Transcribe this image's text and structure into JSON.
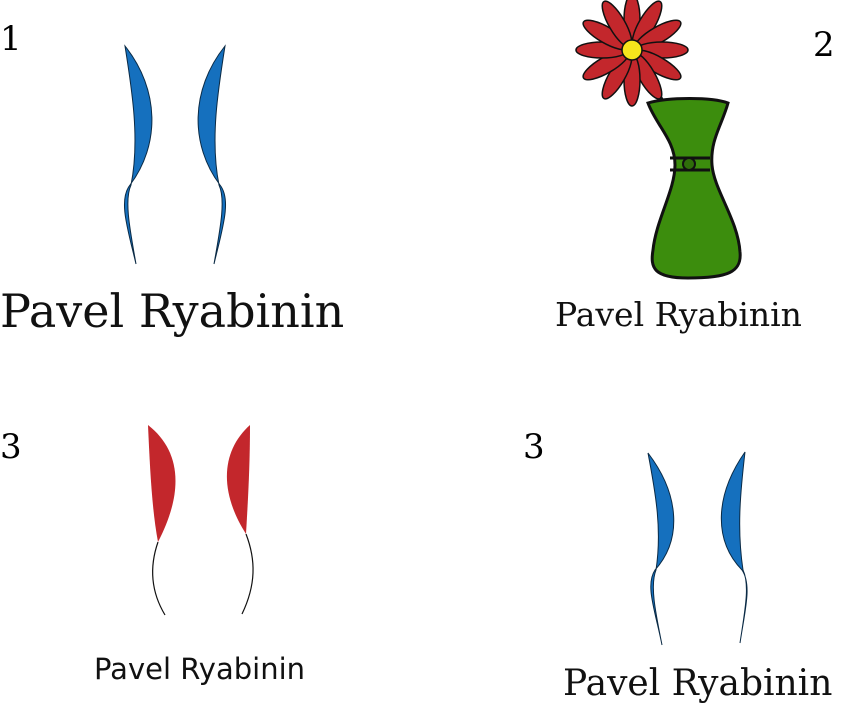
{
  "panels": [
    {
      "number": "1",
      "caption": "Pavel Ryabinin",
      "accent": "#1570be"
    },
    {
      "number": "2",
      "caption": "Pavel Ryabinin",
      "petal_color": "#c3272c",
      "vase_color": "#3c8d0d",
      "center_color": "#f6e41c"
    },
    {
      "number": "3",
      "caption": "Pavel Ryabinin",
      "accent": "#c3272c"
    },
    {
      "number": "3",
      "caption": "Pavel Ryabinin",
      "accent": "#1570be"
    }
  ]
}
